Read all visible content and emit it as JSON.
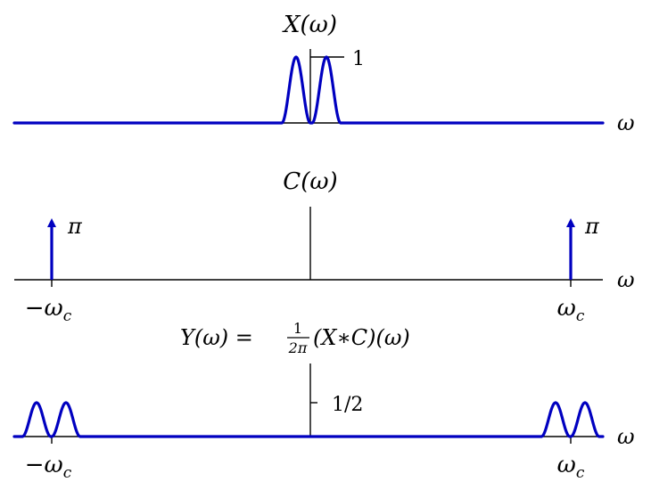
{
  "colors": {
    "signal": "#0000c0",
    "axis": "#000000",
    "background": "#ffffff"
  },
  "panels": {
    "x": {
      "title": "X(ω)",
      "axis_label": "ω",
      "tick_label": "1"
    },
    "c": {
      "title": "C(ω)",
      "axis_label": "ω",
      "impulse_label_left": "π",
      "impulse_label_right": "π",
      "tick_left": "−ω",
      "tick_left_sub": "c",
      "tick_right": "ω",
      "tick_right_sub": "c"
    },
    "y": {
      "title_lhs": "Y(ω) =",
      "title_num": "1",
      "title_den": "2π",
      "title_rhs": "(X∗C)(ω)",
      "axis_label": "ω",
      "tick_label": "1/2",
      "tick_left": "−ω",
      "tick_left_sub": "c",
      "tick_right": "ω",
      "tick_right_sub": "c"
    }
  }
}
